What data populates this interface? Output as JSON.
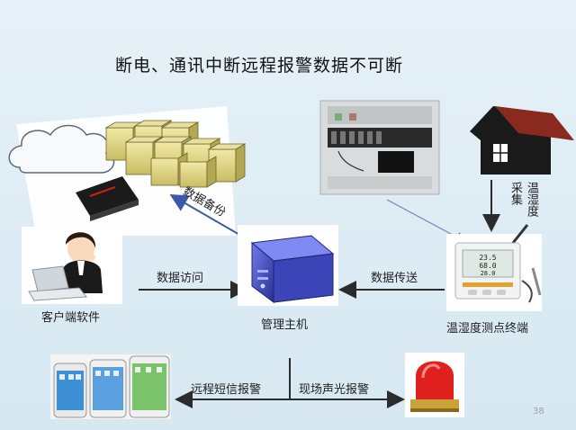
{
  "title": "断电、通讯中断远程报警数据不可断",
  "labels": {
    "backup": "数据备份",
    "access": "数据访问",
    "transmit": "数据传送",
    "collect_col1": "采集",
    "collect_col2": "温湿度",
    "client": "客户端软件",
    "host": "管理主机",
    "terminal": "温湿度测点终端",
    "sms": "远程短信报警",
    "siren": "现场声光报警"
  },
  "device_screen": {
    "line1": "23.5",
    "line2": "68.0",
    "line3": "28.0"
  },
  "page_number": "38",
  "colors": {
    "arrow": "#2b2b2b",
    "arrow_blue": "#3a5aa8",
    "host_blue": "#3b45b8",
    "siren_red": "#e0201c",
    "house": "#1a1a1a"
  },
  "icons": [
    "cloud-icon",
    "server-rack-icon",
    "hard-drive-icon",
    "person-laptop-icon",
    "host-server-icon",
    "cabinet-photo-icon",
    "house-icon",
    "sensor-device-icon",
    "smartphones-icon",
    "siren-icon"
  ]
}
